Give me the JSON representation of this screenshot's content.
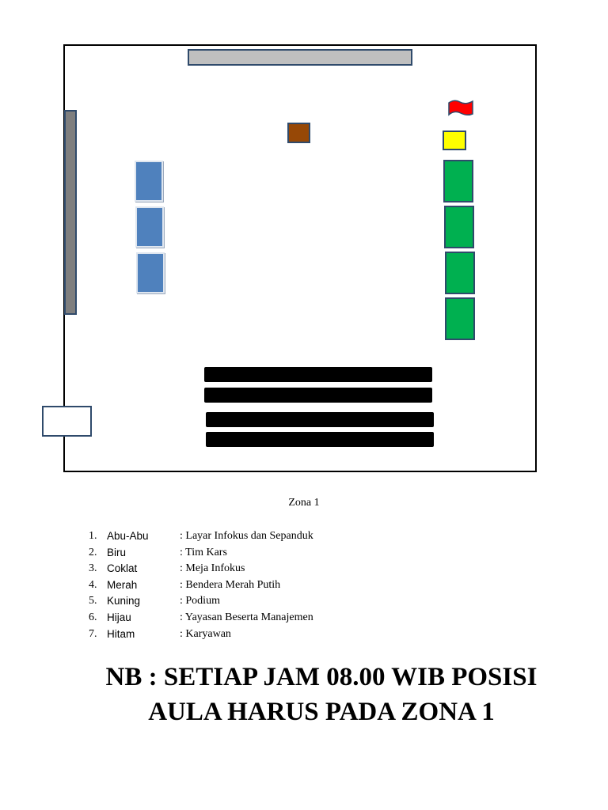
{
  "zone_label": "Zona 1",
  "legend": [
    {
      "num": "1.",
      "color_name": "Abu-Abu",
      "description": ": Layar Infokus dan Sepanduk",
      "swatch": "#bfbfbf"
    },
    {
      "num": "2.",
      "color_name": "Biru",
      "description": ": Tim Kars",
      "swatch": "#4f81bd"
    },
    {
      "num": "3.",
      "color_name": "Coklat",
      "description": ": Meja Infokus",
      "swatch": "#974806"
    },
    {
      "num": "4.",
      "color_name": "Merah",
      "description": ": Bendera Merah Putih",
      "swatch": "#ff0000"
    },
    {
      "num": "5.",
      "color_name": "Kuning",
      "description": ": Podium",
      "swatch": "#ffff00"
    },
    {
      "num": "6.",
      "color_name": "Hijau",
      "description": ": Yayasan Beserta Manajemen",
      "swatch": "#00b050"
    },
    {
      "num": "7.",
      "color_name": "Hitam",
      "description": ": Karyawan",
      "swatch": "#000000"
    }
  ],
  "note": {
    "line1": "NB : SETIAP JAM 08.00 WIB POSISI",
    "line2": "AULA HARUS PADA ZONA 1"
  }
}
